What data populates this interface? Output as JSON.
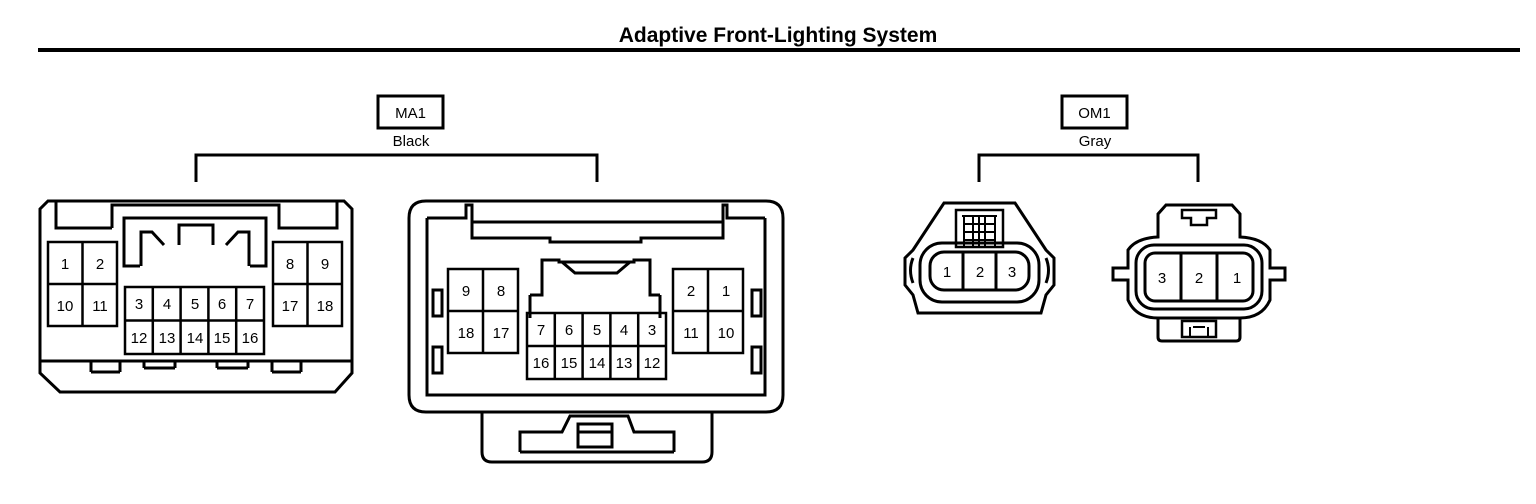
{
  "title": "Adaptive Front-Lighting System",
  "connectors": [
    {
      "code": "MA1",
      "color": "Black",
      "views": [
        {
          "pins": [
            "1",
            "2",
            "10",
            "11",
            "3",
            "4",
            "5",
            "6",
            "7",
            "12",
            "13",
            "14",
            "15",
            "16",
            "8",
            "9",
            "17",
            "18"
          ]
        },
        {
          "pins": [
            "9",
            "8",
            "18",
            "17",
            "7",
            "6",
            "5",
            "4",
            "3",
            "16",
            "15",
            "14",
            "13",
            "12",
            "2",
            "1",
            "11",
            "10"
          ]
        }
      ]
    },
    {
      "code": "OM1",
      "color": "Gray",
      "views": [
        {
          "pins": [
            "1",
            "2",
            "3"
          ]
        },
        {
          "pins": [
            "3",
            "2",
            "1"
          ]
        }
      ]
    }
  ]
}
